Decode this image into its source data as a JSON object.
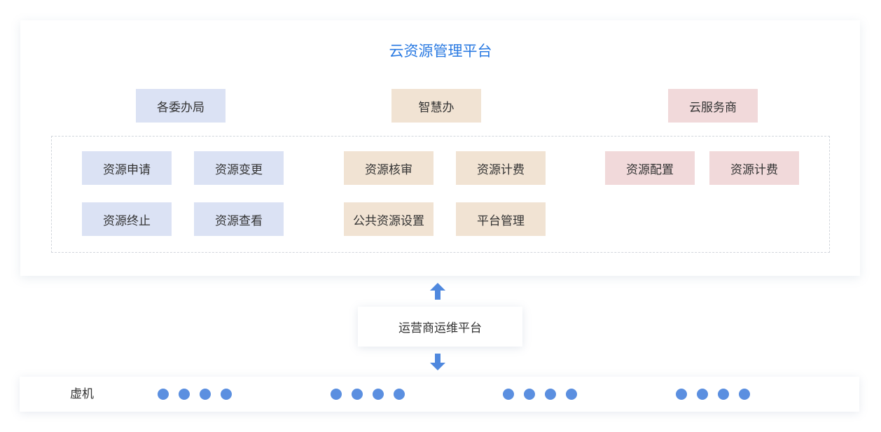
{
  "title": "云资源管理平台",
  "roles": [
    {
      "label": "各委办局",
      "color": "#dbe2f4"
    },
    {
      "label": "智慧办",
      "color": "#f1e3d3"
    },
    {
      "label": "云服务商",
      "color": "#f1d9da"
    }
  ],
  "functions": {
    "agency": [
      "资源申请",
      "资源变更",
      "资源终止",
      "资源查看"
    ],
    "smart_office": [
      "资源核审",
      "资源计费",
      "公共资源设置",
      "平台管理"
    ],
    "cloud_provider": [
      "资源配置",
      "资源计费"
    ]
  },
  "ops_platform": "运营商运维平台",
  "vm": {
    "label": "虚机",
    "group_count": 4,
    "dots_per_group": 4,
    "dot_color": "#5b8fe0"
  },
  "colors": {
    "accent": "#2a7ae2",
    "arrow": "#4f88de"
  },
  "icons": {
    "up": "arrow-up-icon",
    "down": "arrow-down-icon"
  }
}
